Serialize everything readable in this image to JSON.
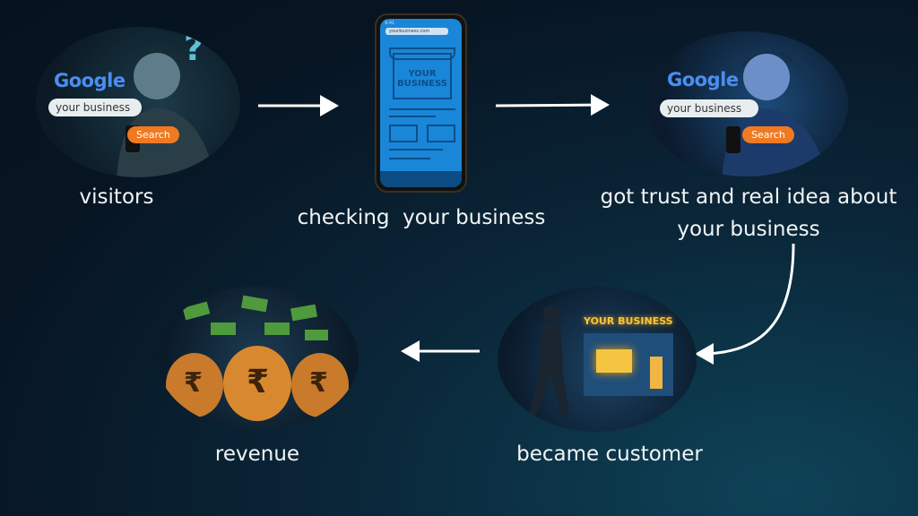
{
  "steps": [
    {
      "label": "visitors",
      "illustration": {
        "brand": "Google",
        "search_text": "your business",
        "button": "Search",
        "mark": "?"
      }
    },
    {
      "label": "checking  your business",
      "illustration": {
        "url": "yourbusiness.com",
        "time": "9:41",
        "sign": "YOUR\nBUSINESS"
      }
    },
    {
      "label": "got trust and real idea about\nyour business",
      "illustration": {
        "brand": "Google",
        "search_text": "your business",
        "button": "Search"
      }
    },
    {
      "label": "became customer",
      "illustration": {
        "sign": "YOUR BUSINESS"
      }
    },
    {
      "label": "revenue",
      "illustration": {
        "currency": "₹"
      }
    }
  ],
  "colors": {
    "arrow": "#ffffff",
    "search_button": "#f07a22",
    "phone_screen": "#1a86d8",
    "store_sign": "#f5c542",
    "bag": "#c97a2a"
  }
}
